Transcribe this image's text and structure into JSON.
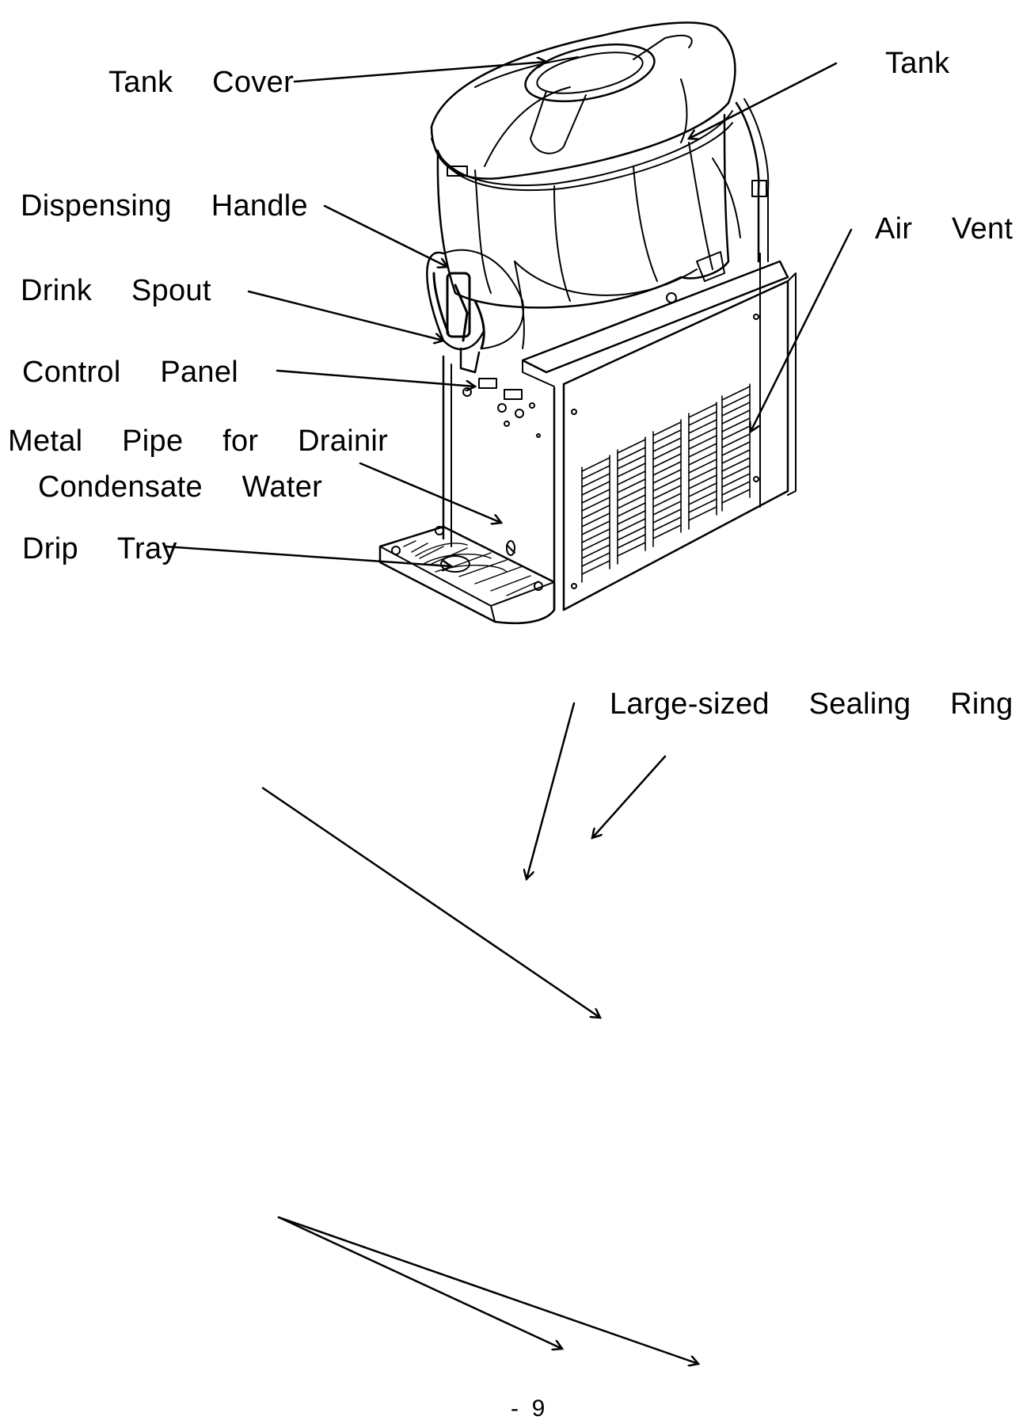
{
  "diagram": {
    "labels": {
      "tank_cover": "Tank  Cover",
      "tank": "Tank",
      "dispensing_handle": "Dispensing  Handle",
      "air_vent": "Air  Vent",
      "drink_spout": "Drink  Spout",
      "control_panel": "Control  Panel",
      "metal_pipe_line1": "Metal  Pipe  for  Drainir",
      "metal_pipe_line2": "Condensate  Water",
      "drip_tray": "Drip  Tray",
      "sealing_ring": "Large-sized  Sealing  Ring"
    }
  },
  "footer": {
    "page_number": "-  9"
  },
  "colors": {
    "line": "#000000",
    "background": "#ffffff"
  }
}
